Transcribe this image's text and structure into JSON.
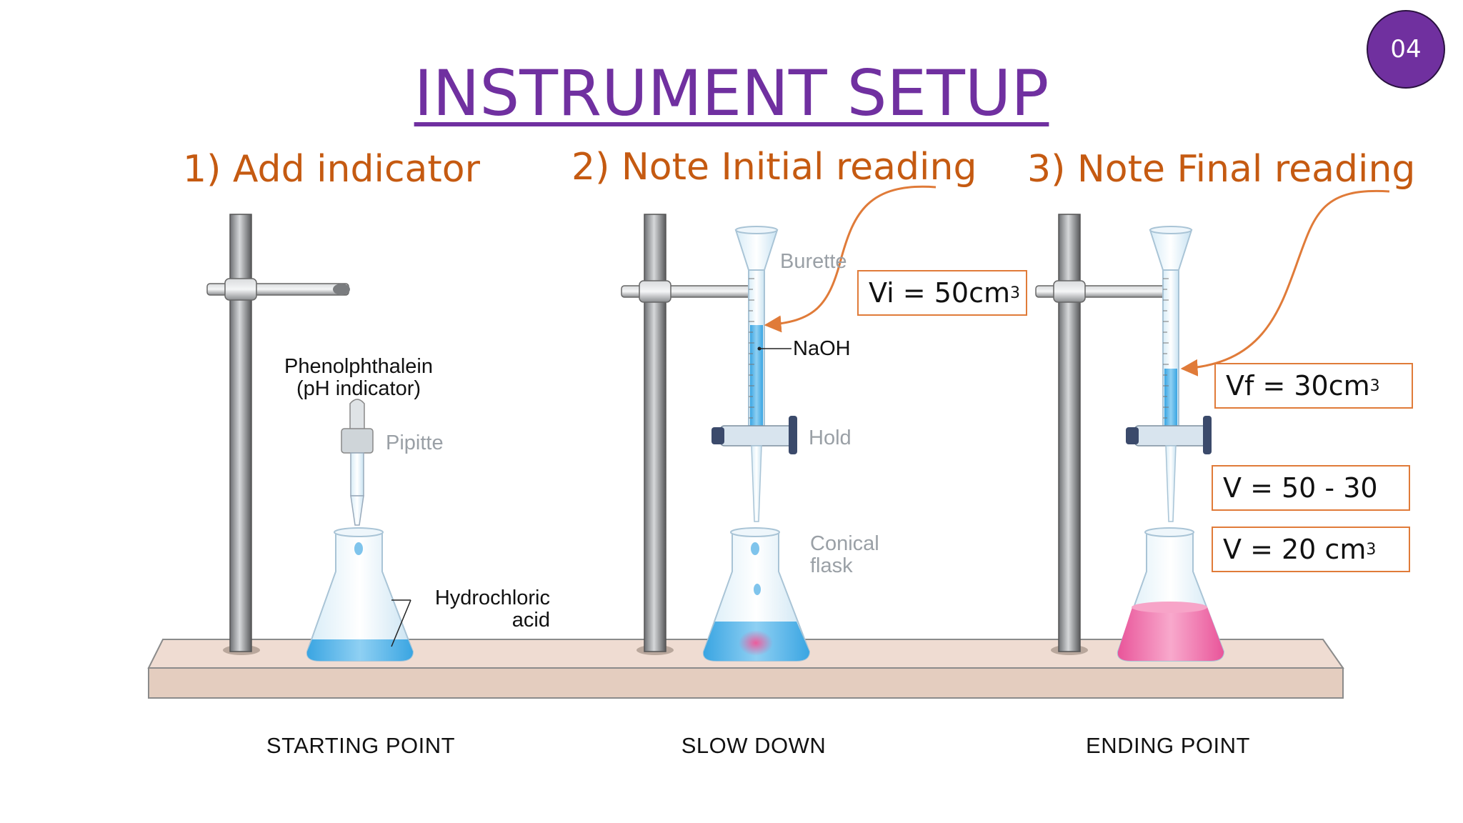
{
  "slide": {
    "page_number": "04",
    "title": "INSTRUMENT SETUP",
    "steps": [
      {
        "label": "1) Add indicator"
      },
      {
        "label": "2) Note Initial reading"
      },
      {
        "label": "3) Note Final reading"
      }
    ]
  },
  "diagram": {
    "labels": {
      "indicator": "Phenolphthalein",
      "indicator_sub": "(pH indicator)",
      "pipette": "Pipitte",
      "acid": "Hydrochloric",
      "acid_sub": "acid",
      "burette": "Burette",
      "naoh": "NaOH",
      "hold": "Hold",
      "flask": "Conical",
      "flask_sub": "flask"
    },
    "stages": [
      "STARTING POINT",
      "SLOW DOWN",
      "ENDING POINT"
    ]
  },
  "readings": {
    "initial": {
      "text": "Vi = 50cm",
      "sup": "3"
    },
    "final": {
      "text": "Vf = 30cm",
      "sup": "3"
    },
    "difference": {
      "text": "V = 50 - 30"
    },
    "result": {
      "text": "V = 20 cm",
      "sup": "3"
    }
  },
  "colors": {
    "title": "#7030a0",
    "steps": "#c55a11",
    "box_border": "#e07b39",
    "arrow": "#e07b39",
    "liquid_blue": "#5bb4e8",
    "liquid_pink": "#f06aa8",
    "board": "#e8d3c8"
  }
}
